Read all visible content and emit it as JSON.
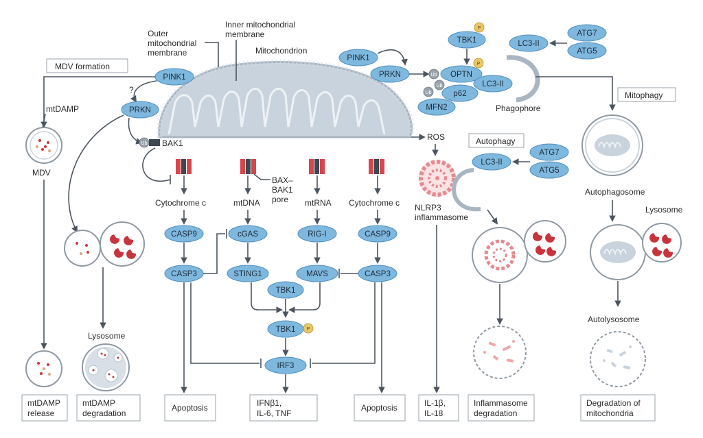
{
  "labels": {
    "outer_membrane": [
      "Outer",
      "mitochondrial",
      "membrane"
    ],
    "inner_membrane": [
      "Inner mitochondrial",
      "membrane"
    ],
    "mitochondrion": "Mitochondrion",
    "mtdamp": "mtDAMP",
    "mdv": "MDV",
    "cyt_c_left": "Cytochrome c",
    "mtdna": "mtDNA",
    "bax_bak1_pore": [
      "BAX–",
      "BAK1",
      "pore"
    ],
    "mtrna": "mtRNA",
    "cyt_c_right": "Cytochrome c",
    "ros": "ROS",
    "nlrp3": [
      "NLRP3",
      "inflammasome"
    ],
    "phagophore": "Phagophore",
    "autophagosome": "Autophagosome",
    "lysosome_right": "Lysosome",
    "autolysosome": "Autolysosome",
    "lysosome_left": "Lysosome",
    "question": "?"
  },
  "boxes": {
    "mdv_formation": "MDV formation",
    "mitophagy": "Mitophagy",
    "autophagy": "Autophagy",
    "mtdamp_release": [
      "mtDAMP",
      "release"
    ],
    "mtdamp_degradation": [
      "mtDAMP",
      "degradation"
    ],
    "apoptosis_left": "Apoptosis",
    "cytokines": [
      "IFNβ1,",
      "IL-6, TNF"
    ],
    "apoptosis_right": "Apoptosis",
    "il": [
      "IL-1β,",
      "IL-18"
    ],
    "inflammasome_degradation": [
      "Inflammasome",
      "degradation"
    ],
    "degradation_mito": [
      "Degradation of",
      "mitochondria"
    ]
  },
  "proteins": {
    "pink1_left": "PINK1",
    "prkn_left": "PRKN",
    "bak1": "BAK1",
    "casp9_left": "CASP9",
    "casp3_left": "CASP3",
    "cgas": "cGAS",
    "sting1": "STING1",
    "tbk1_mid": "TBK1",
    "tbk1_p": "TBK1",
    "irf3": "IRF3",
    "rigi": "RIG-I",
    "mavs": "MAVS",
    "casp9_right": "CASP9",
    "casp3_right": "CASP3",
    "pink1_top": "PINK1",
    "prkn_top": "PRKN",
    "tbk1_top": "TBK1",
    "optn": "OPTN",
    "p62": "p62",
    "lc3ii_a": "LC3-II",
    "mfn2": "MFN2",
    "lc3ii_top": "LC3-II",
    "atg7_top": "ATG7",
    "atg5_top": "ATG5",
    "lc3ii_mid": "LC3-II",
    "atg7_mid": "ATG7",
    "atg5_mid": "ATG5"
  },
  "badges": {
    "ub": "Ub",
    "p": "P"
  },
  "colors": {
    "protein_fill": "#7fb8de",
    "mito_fill": "#c9d3dd",
    "pore_red": "#d6464b",
    "lysosome_red": "#c8343c",
    "inflammasome_pink": "#e58a8f"
  }
}
